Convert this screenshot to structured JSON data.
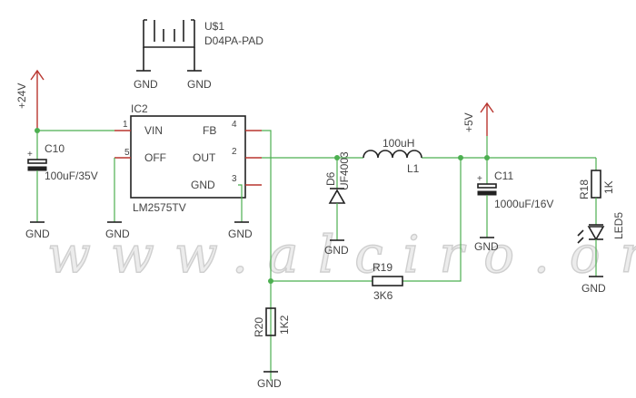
{
  "labels": {
    "u1_name": "U$1",
    "u1_value": "D04PA-PAD",
    "ic2_name": "IC2",
    "ic2_value": "LM2575TV",
    "ic2_pin_vin": "VIN",
    "ic2_pin_off": "OFF",
    "ic2_pin_out": "OUT",
    "ic2_pin_fb": "FB",
    "ic2_pin_gnd": "GND",
    "pin_1": "1",
    "pin_2": "2",
    "pin_3": "3",
    "pin_4": "4",
    "pin_5": "5",
    "v24": "+24V",
    "v5": "+5V",
    "c10_name": "C10",
    "c10_value": "100uF/35V",
    "c11_name": "C11",
    "c11_value": "1000uF/16V",
    "l1_name": "L1",
    "l1_value": "100uH",
    "d6_name": "D6",
    "d6_value": "UF4003",
    "r19_name": "R19",
    "r19_value": "3K6",
    "r20_name": "R20",
    "r20_value": "1K2",
    "r18_name": "R18",
    "r18_value": "1K",
    "led5_name": "LED5",
    "gnd": "GND"
  },
  "watermark": "www.alciro.org",
  "colors": {
    "wire": "#4caf50",
    "part": "#222222",
    "pin": "#b8352f",
    "text": "#444444",
    "background": "#ffffff"
  }
}
